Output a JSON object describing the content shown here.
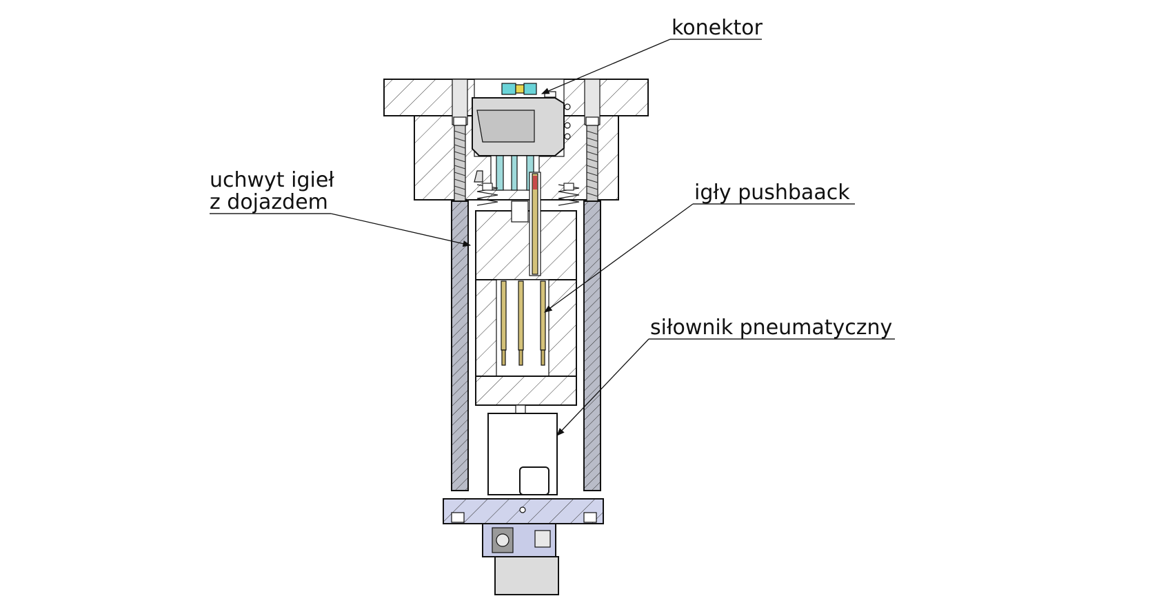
{
  "labels": {
    "connector": "konektor",
    "holder_line1": "uchwyt igieł",
    "holder_line2": "z dojazdem",
    "needles": "igły pushbaack",
    "cylinder": "siłownik pneumatyczny"
  },
  "colors": {
    "hatch": "#333333",
    "plate_fill": "#c8cce8",
    "block_fill": "#dcdcdc",
    "needle_fill": "#d4c27a",
    "needle_tip": "#c84a4a",
    "connector_cyan": "#6ad4d8",
    "connector_yellow": "#e8d650",
    "line": "#111111"
  }
}
